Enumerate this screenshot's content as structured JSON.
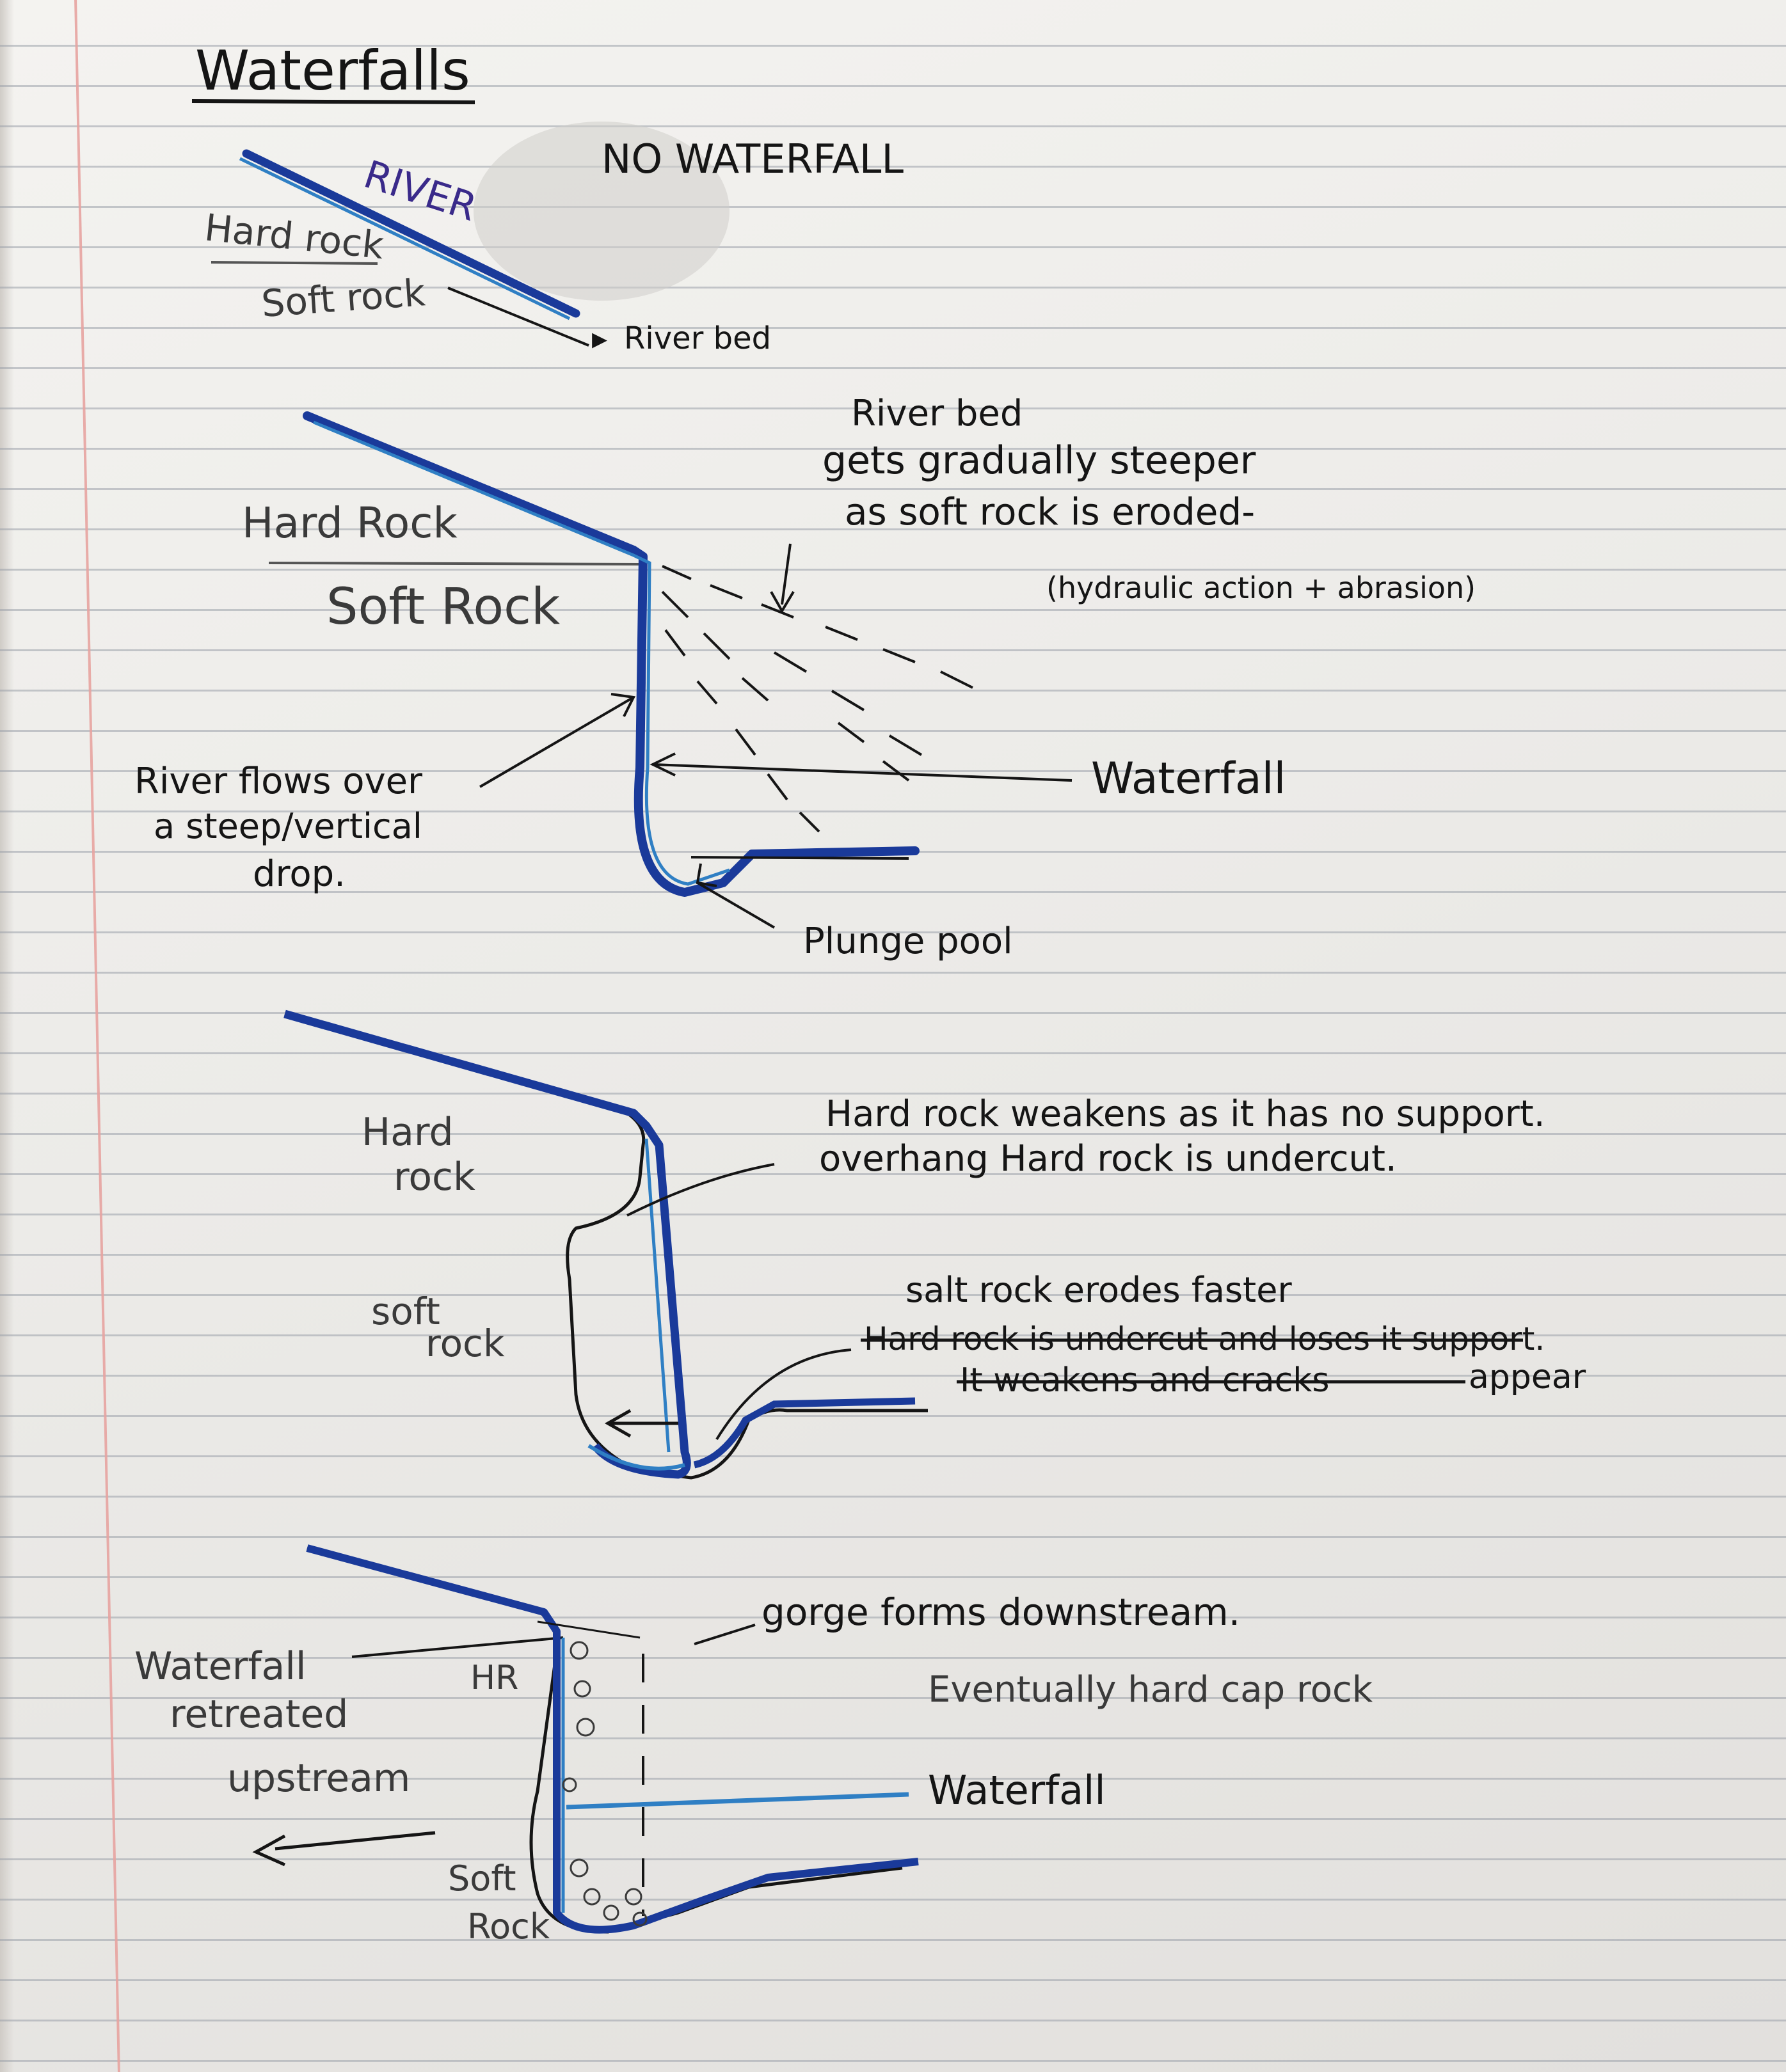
{
  "title": "Waterfalls",
  "colors": {
    "paper": "#efeeeb",
    "ruled_line": "#9aa0aa",
    "margin_line": "#e7a3a0",
    "ink_black": "#151515",
    "ink_blue": "#1a3a9a",
    "ink_light_blue": "#2f7fc4",
    "ink_purple": "#3a2a8a"
  },
  "stage1": {
    "heading": "NO WATERFALL",
    "river": "RIVER",
    "hard_rock": "Hard rock",
    "soft_rock": "Soft rock",
    "river_bed": "River bed"
  },
  "stage2": {
    "hard_rock": "Hard Rock",
    "soft_rock": "Soft Rock",
    "note_line1": "River bed",
    "note_line2": "gets gradually steeper",
    "note_line3": "as soft  rock is eroded-",
    "note_line4": "(hydraulic action + abrasion)",
    "flow_note_line1": "River flows over",
    "flow_note_line2": "a steep/vertical",
    "flow_note_line3": "drop.",
    "waterfall": "Waterfall",
    "plunge_pool": "Plunge pool"
  },
  "stage3": {
    "hard_rock_line1": "Hard",
    "hard_rock_line2": "rock",
    "soft_rock_line1": "soft",
    "soft_rock_line2": "rock",
    "note_line1": "Hard rock weakens as it has no support.",
    "note_line2": "overhang Hard rock is undercut.",
    "note_line3": "salt rock erodes  faster",
    "struck_line1": "Hard rock is undercut and loses it support.",
    "struck_line2": "It weakens and cracks",
    "appear": "appear"
  },
  "stage4": {
    "retreat_line1": "Waterfall",
    "retreat_line2": "retreated",
    "retreat_line3": "upstream",
    "hr": "HR",
    "soft_line1": "Soft",
    "soft_line2": "Rock",
    "gorge": "gorge forms downstream.",
    "eventually": "Eventually  hard cap rock",
    "waterfall": "Waterfall"
  }
}
